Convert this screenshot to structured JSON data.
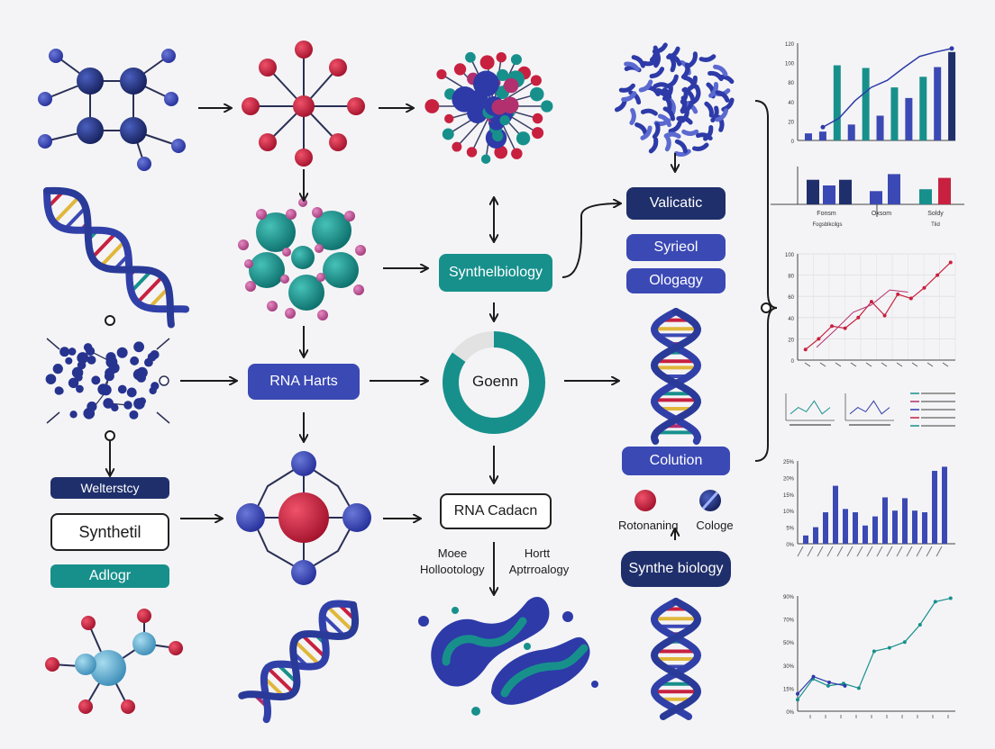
{
  "colors": {
    "navy": "#1f2f6b",
    "blue": "#3b49b4",
    "teal": "#17908c",
    "crimson": "#c8203f",
    "magenta": "#b3306f",
    "gold": "#e1b73b"
  },
  "nodes": {
    "rna_harts": "RNA Harts",
    "synthelbiology": "Synthelbiology",
    "goenn": "Goenn",
    "valicatic": "Valicatic",
    "syrieol": "Syrieol",
    "ologagy": "Ologagy",
    "colution": "Colution",
    "synthe_biology": "Synthe biology",
    "rna_cadacn": "RNA Cadacn",
    "welterstcy": "Welterstcy",
    "synthetil": "Synthetil",
    "adlogr": "Adlogr",
    "moee": "Moee",
    "hollootology": "Hollootology",
    "hortt": "Hortt",
    "aptrroalogy": "Aptrroalogy",
    "rotonaning": "Rotonaning",
    "cologe": "Cologe"
  },
  "chart_data": [
    {
      "type": "bar",
      "values": [
        8,
        10,
        85,
        18,
        82,
        28,
        60,
        48,
        72,
        83,
        100
      ],
      "line": [
        15,
        25,
        45,
        60,
        68,
        82,
        95,
        100,
        104
      ],
      "ylim": [
        0,
        110
      ],
      "yticks": [
        "120",
        "100",
        "80",
        "40",
        "20",
        "0"
      ]
    },
    {
      "type": "bar",
      "values": [
        65,
        50,
        65,
        35,
        80,
        40,
        70
      ],
      "xticks": [
        "Fonsm",
        "Oxsom",
        "Soldy"
      ],
      "xlabel_left": "Fogsblkcilgs",
      "xlabel_right": "Tlid"
    },
    {
      "type": "line",
      "values": [
        10,
        20,
        32,
        30,
        40,
        55,
        42,
        62,
        58,
        68,
        80,
        92
      ],
      "values2": [
        12,
        28,
        45,
        52,
        66,
        64
      ],
      "ylim": [
        0,
        100
      ],
      "yticks": [
        "100",
        "80",
        "60",
        "40",
        "20",
        "0"
      ]
    },
    {
      "type": "bar",
      "values": [
        10,
        20,
        38,
        70,
        42,
        38,
        22,
        33,
        56,
        40,
        55,
        40,
        38,
        88,
        93
      ],
      "ylim": [
        0,
        100
      ],
      "yticks": [
        "25%",
        "20%",
        "15%",
        "10%",
        "5%",
        "0%"
      ]
    },
    {
      "type": "line",
      "values": [
        10,
        28,
        22,
        24,
        20,
        52,
        55,
        60,
        75,
        95,
        98
      ],
      "values2": [
        15,
        30,
        25,
        22
      ],
      "ylim": [
        0,
        100
      ],
      "yticks": [
        "90%",
        "70%",
        "50%",
        "30%",
        "15%",
        "0%"
      ]
    }
  ]
}
